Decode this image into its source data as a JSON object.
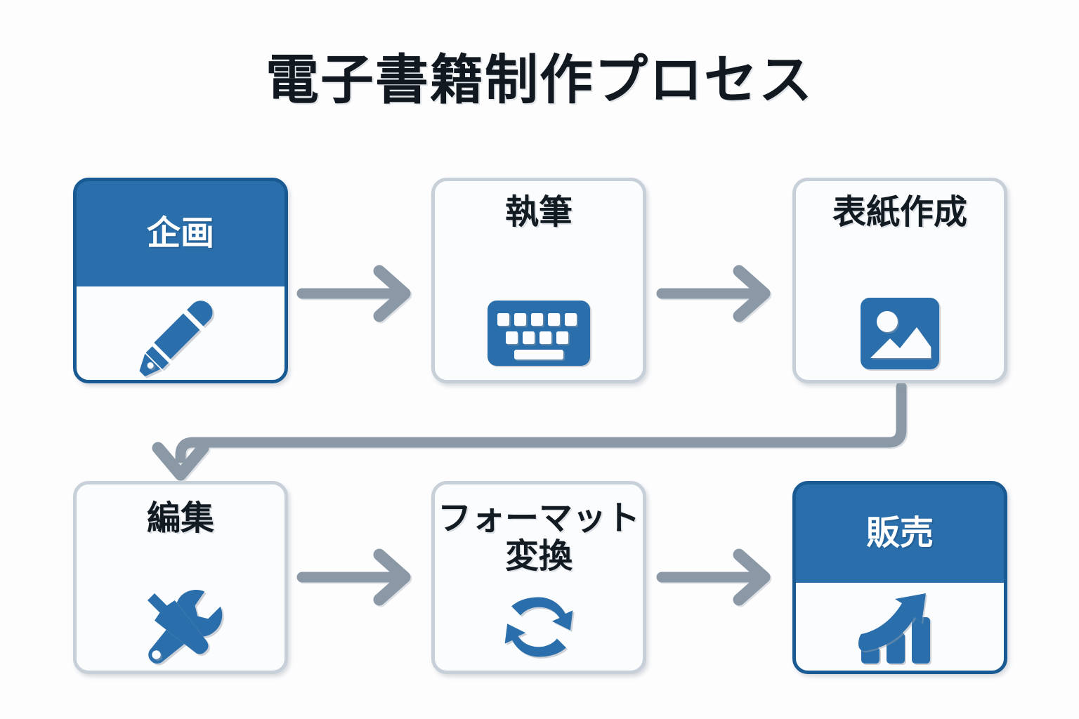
{
  "page": {
    "title": "電子書籍制作プロセス",
    "background_color": "#fdfdfe"
  },
  "theme": {
    "accent": "#2a6fab",
    "accent_border": "#1a5a93",
    "card_border": "#c7cfd8",
    "card_fill": "#fbfcfd",
    "title_color": "#111820",
    "arrow_color": "#8b99a6",
    "connector_color": "#8b99a6"
  },
  "flow": {
    "type": "process-flowchart",
    "rows": 2,
    "columns": 3,
    "nodes": [
      {
        "id": "plan",
        "label": "企画",
        "icon": "fountain-pen-icon",
        "style": "accent",
        "row": 1,
        "col": 1
      },
      {
        "id": "write",
        "label": "執筆",
        "icon": "keyboard-icon",
        "style": "plain",
        "row": 1,
        "col": 2
      },
      {
        "id": "cover",
        "label": "表紙作成",
        "icon": "image-icon",
        "style": "plain",
        "row": 1,
        "col": 3
      },
      {
        "id": "edit",
        "label": "編集",
        "icon": "tools-icon",
        "style": "plain",
        "row": 2,
        "col": 1
      },
      {
        "id": "convert",
        "label": "フォーマット変換",
        "label_line1": "フォーマット",
        "label_line2": "変換",
        "icon": "sync-arrows-icon",
        "style": "plain",
        "row": 2,
        "col": 2
      },
      {
        "id": "sell",
        "label": "販売",
        "icon": "growth-chart-icon",
        "style": "accent",
        "row": 2,
        "col": 3
      }
    ],
    "edges": [
      {
        "from": "plan",
        "to": "write",
        "shape": "straight-right"
      },
      {
        "from": "write",
        "to": "cover",
        "shape": "straight-right"
      },
      {
        "from": "cover",
        "to": "edit",
        "shape": "wrap-down-left"
      },
      {
        "from": "edit",
        "to": "convert",
        "shape": "straight-right"
      },
      {
        "from": "convert",
        "to": "sell",
        "shape": "straight-right"
      }
    ]
  }
}
